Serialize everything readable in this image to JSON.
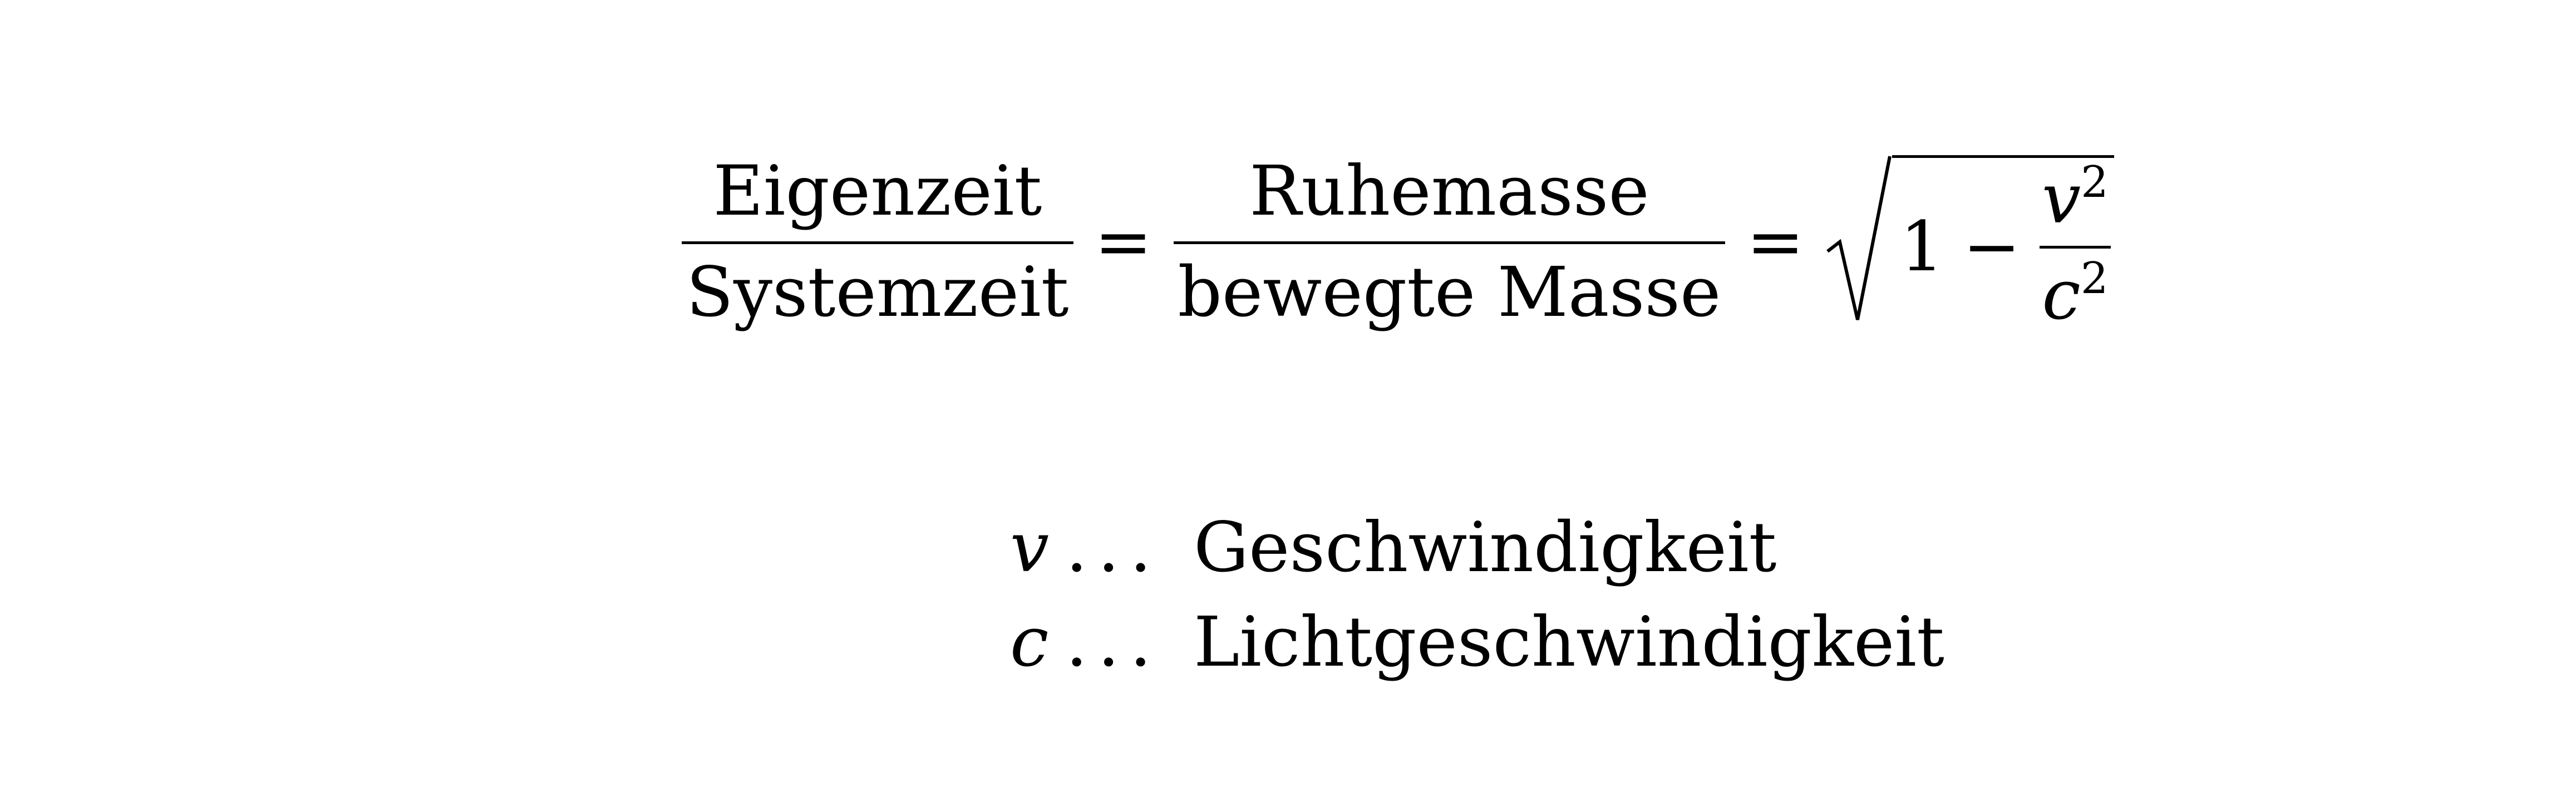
{
  "equation": {
    "fraction_1": {
      "numerator": "Eigenzeit",
      "denominator": "Systemzeit"
    },
    "equals_1": "=",
    "fraction_2": {
      "numerator": "Ruhemasse",
      "denominator": "bewegte Masse"
    },
    "equals_2": "=",
    "sqrt": {
      "one": "1",
      "minus": "−",
      "numerator_var": "v",
      "numerator_exp": "2",
      "denominator_var": "c",
      "denominator_exp": "2"
    }
  },
  "legend": [
    {
      "symbol": "v",
      "dots": "...",
      "description": "Geschwindigkeit"
    },
    {
      "symbol": "c",
      "dots": "...",
      "description": "Lichtgeschwindigkeit"
    }
  ]
}
